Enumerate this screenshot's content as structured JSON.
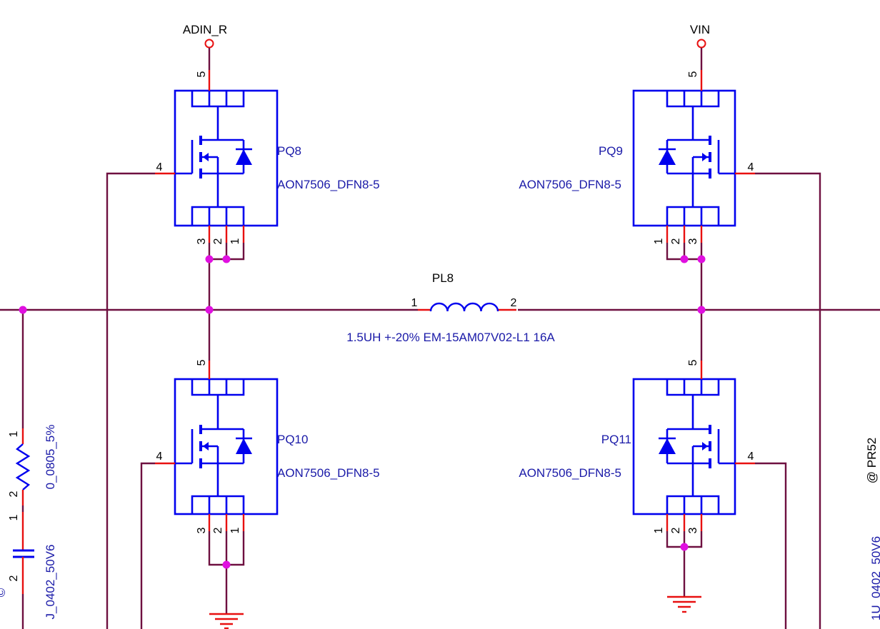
{
  "nets": {
    "adin": "ADIN_R",
    "vin": "VIN"
  },
  "mosfets": [
    {
      "ref": "PQ8",
      "part": "AON7506_DFN8-5",
      "pins": [
        "5",
        "4",
        "3",
        "2",
        "1"
      ]
    },
    {
      "ref": "PQ9",
      "part": "AON7506_DFN8-5",
      "pins": [
        "5",
        "4",
        "1",
        "2",
        "3"
      ]
    },
    {
      "ref": "PQ10",
      "part": "AON7506_DFN8-5",
      "pins": [
        "5",
        "4",
        "3",
        "2",
        "1"
      ]
    },
    {
      "ref": "PQ11",
      "part": "AON7506_DFN8-5",
      "pins": [
        "5",
        "4",
        "1",
        "2",
        "3"
      ]
    }
  ],
  "inductor": {
    "ref": "PL8",
    "value": "1.5UH +-20% EM-15AM07V02-L1 16A",
    "pin1": "1",
    "pin2": "2"
  },
  "resistor": {
    "value": "0_0805_5%",
    "pin1": "1",
    "pin2": "2"
  },
  "capacitor": {
    "value": "J_0402_50V6",
    "pin1": "1",
    "pin2": "2",
    "cut_label": "© "
  },
  "right_edge": {
    "ref_partial": "@ PR52",
    "cap_partial": "1U_0402_50V6"
  }
}
